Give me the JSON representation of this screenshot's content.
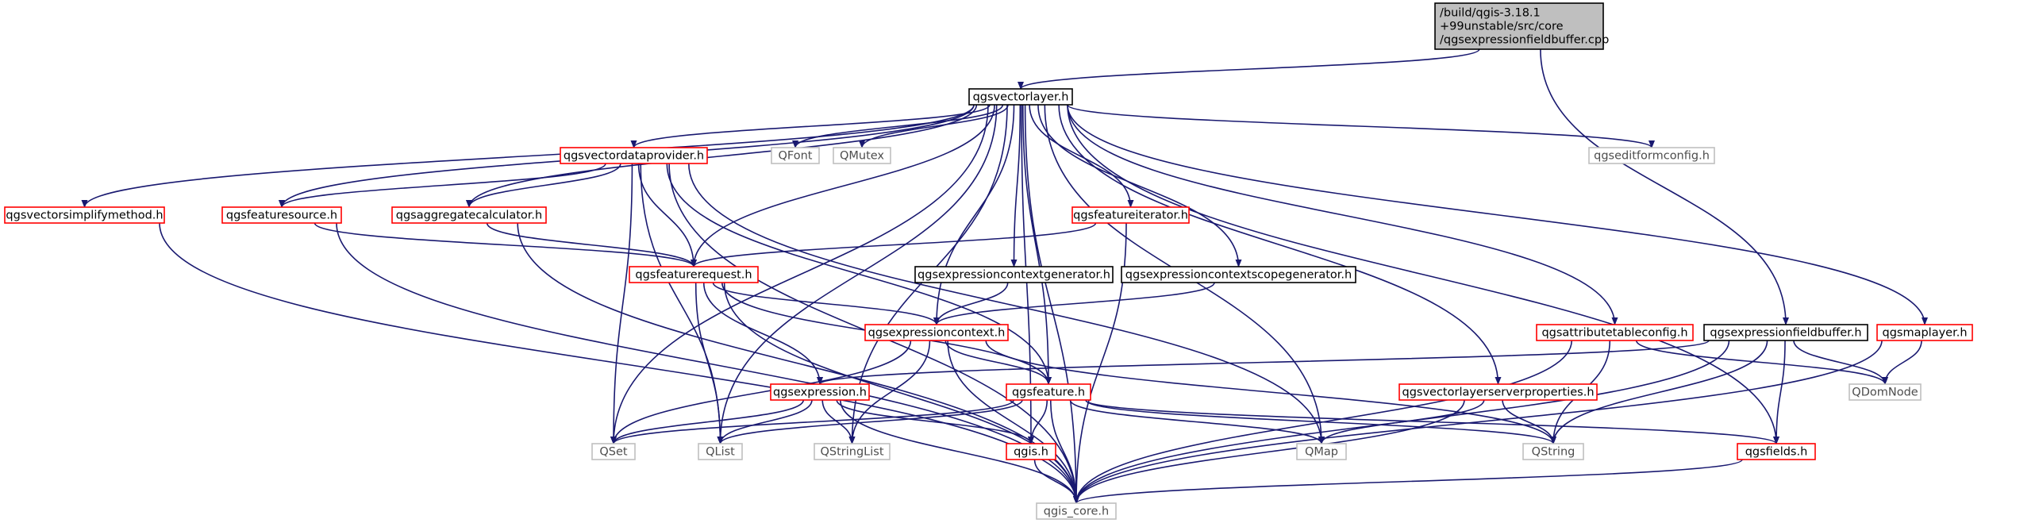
{
  "graph": {
    "colors": {
      "edge": "#191970",
      "root_fill": "#bfbfbf",
      "root_border": "#000000",
      "documented_border": "#ff0000",
      "plain_border": "#000000",
      "external_border": "#bfbfbf",
      "node_fill": "#ffffff"
    },
    "nodes": [
      {
        "id": "root",
        "label": [
          "/build/qgis-3.18.1",
          "+99unstable/src/core",
          "/qgsexpressionfieldbuffer.cpp"
        ],
        "style": "root"
      },
      {
        "id": "qgsvectorlayer",
        "label": [
          "qgsvectorlayer.h"
        ],
        "style": "plain"
      },
      {
        "id": "qgsvectordataprovider",
        "label": [
          "qgsvectordataprovider.h"
        ],
        "style": "red"
      },
      {
        "id": "qfont",
        "label": [
          "QFont"
        ],
        "style": "gray"
      },
      {
        "id": "qmutex",
        "label": [
          "QMutex"
        ],
        "style": "gray"
      },
      {
        "id": "qgseditformconfig",
        "label": [
          "qgseditformconfig.h"
        ],
        "style": "gray"
      },
      {
        "id": "qgsvectorsimplifymethod",
        "label": [
          "qgsvectorsimplifymethod.h"
        ],
        "style": "red"
      },
      {
        "id": "qgsfeaturesource",
        "label": [
          "qgsfeaturesource.h"
        ],
        "style": "red"
      },
      {
        "id": "qgsaggregatecalculator",
        "label": [
          "qgsaggregatecalculator.h"
        ],
        "style": "red"
      },
      {
        "id": "qgsfeatureiterator",
        "label": [
          "qgsfeatureiterator.h"
        ],
        "style": "red"
      },
      {
        "id": "qgsfeaturerequest",
        "label": [
          "qgsfeaturerequest.h"
        ],
        "style": "red"
      },
      {
        "id": "qgsexpressioncontextgenerator",
        "label": [
          "qgsexpressioncontextgenerator.h"
        ],
        "style": "plain"
      },
      {
        "id": "qgsexpressioncontextscopegenerator",
        "label": [
          "qgsexpressioncontextscopegenerator.h"
        ],
        "style": "plain"
      },
      {
        "id": "qgsexpressioncontext",
        "label": [
          "qgsexpressioncontext.h"
        ],
        "style": "red"
      },
      {
        "id": "qgsattributetableconfig",
        "label": [
          "qgsattributetableconfig.h"
        ],
        "style": "red"
      },
      {
        "id": "qgsexpressionfieldbuffer",
        "label": [
          "qgsexpressionfieldbuffer.h"
        ],
        "style": "plain"
      },
      {
        "id": "qgsmaplayer",
        "label": [
          "qgsmaplayer.h"
        ],
        "style": "red"
      },
      {
        "id": "qgsexpression",
        "label": [
          "qgsexpression.h"
        ],
        "style": "red"
      },
      {
        "id": "qgsfeature",
        "label": [
          "qgsfeature.h"
        ],
        "style": "red"
      },
      {
        "id": "qgsvectorlayerserverproperties",
        "label": [
          "qgsvectorlayerserverproperties.h"
        ],
        "style": "red"
      },
      {
        "id": "qdomnode",
        "label": [
          "QDomNode"
        ],
        "style": "gray"
      },
      {
        "id": "qset",
        "label": [
          "QSet"
        ],
        "style": "gray"
      },
      {
        "id": "qlist",
        "label": [
          "QList"
        ],
        "style": "gray"
      },
      {
        "id": "qstringlist",
        "label": [
          "QStringList"
        ],
        "style": "gray"
      },
      {
        "id": "qgis",
        "label": [
          "qgis.h"
        ],
        "style": "red"
      },
      {
        "id": "qmap",
        "label": [
          "QMap"
        ],
        "style": "gray"
      },
      {
        "id": "qstring",
        "label": [
          "QString"
        ],
        "style": "gray"
      },
      {
        "id": "qgsfields",
        "label": [
          "qgsfields.h"
        ],
        "style": "red"
      },
      {
        "id": "qgis_core",
        "label": [
          "qgis_core.h"
        ],
        "style": "gray"
      }
    ],
    "edges": [
      [
        "root",
        "qgsvectorlayer"
      ],
      [
        "root",
        "qgsexpressionfieldbuffer"
      ],
      [
        "qgsvectorlayer",
        "qgsvectordataprovider"
      ],
      [
        "qgsvectorlayer",
        "qfont"
      ],
      [
        "qgsvectorlayer",
        "qmutex"
      ],
      [
        "qgsvectorlayer",
        "qgseditformconfig"
      ],
      [
        "qgsvectorlayer",
        "qgsvectorsimplifymethod"
      ],
      [
        "qgsvectorlayer",
        "qgsfeaturesource"
      ],
      [
        "qgsvectorlayer",
        "qgsaggregatecalculator"
      ],
      [
        "qgsvectorlayer",
        "qgsfeatureiterator"
      ],
      [
        "qgsvectorlayer",
        "qgsfeaturerequest"
      ],
      [
        "qgsvectorlayer",
        "qgsexpressioncontextgenerator"
      ],
      [
        "qgsvectorlayer",
        "qgsexpressioncontextscopegenerator"
      ],
      [
        "qgsvectorlayer",
        "qgsexpressioncontext"
      ],
      [
        "qgsvectorlayer",
        "qgsattributetableconfig"
      ],
      [
        "qgsvectorlayer",
        "qgsmaplayer"
      ],
      [
        "qgsvectorlayer",
        "qgsvectorlayerserverproperties"
      ],
      [
        "qgsvectorlayer",
        "qgsfeature"
      ],
      [
        "qgsvectorlayer",
        "qset"
      ],
      [
        "qgsvectorlayer",
        "qlist"
      ],
      [
        "qgsvectorlayer",
        "qstringlist"
      ],
      [
        "qgsvectorlayer",
        "qmap"
      ],
      [
        "qgsvectorlayer",
        "qgis"
      ],
      [
        "qgsvectorlayer",
        "qgsfields"
      ],
      [
        "qgsvectorlayer",
        "qgis_core"
      ],
      [
        "qgsvectordataprovider",
        "qgsfeaturesource"
      ],
      [
        "qgsvectordataprovider",
        "qgsaggregatecalculator"
      ],
      [
        "qgsvectordataprovider",
        "qgsfeaturerequest"
      ],
      [
        "qgsvectordataprovider",
        "qgsfeature"
      ],
      [
        "qgsvectordataprovider",
        "qset"
      ],
      [
        "qgsvectordataprovider",
        "qlist"
      ],
      [
        "qgsvectordataprovider",
        "qmap"
      ],
      [
        "qgsvectordataprovider",
        "qgis_core"
      ],
      [
        "qgsvectorsimplifymethod",
        "qgis_core"
      ],
      [
        "qgsfeaturesource",
        "qgsfeaturerequest"
      ],
      [
        "qgsfeaturesource",
        "qgis_core"
      ],
      [
        "qgsaggregatecalculator",
        "qgsfeaturerequest"
      ],
      [
        "qgsaggregatecalculator",
        "qgis_core"
      ],
      [
        "qgsfeatureiterator",
        "qgsfeaturerequest"
      ],
      [
        "qgsfeatureiterator",
        "qgis_core"
      ],
      [
        "qgsfeaturerequest",
        "qgsexpressioncontext"
      ],
      [
        "qgsfeaturerequest",
        "qgsexpression"
      ],
      [
        "qgsfeaturerequest",
        "qgsfeature"
      ],
      [
        "qgsfeaturerequest",
        "qlist"
      ],
      [
        "qgsfeaturerequest",
        "qgis_core"
      ],
      [
        "qgsexpressioncontextgenerator",
        "qgsexpressioncontext"
      ],
      [
        "qgsexpressioncontextscopegenerator",
        "qgsexpressioncontext"
      ],
      [
        "qgsexpressioncontext",
        "qgsfeature"
      ],
      [
        "qgsexpressioncontext",
        "qset"
      ],
      [
        "qgsexpressioncontext",
        "qstringlist"
      ],
      [
        "qgsexpressioncontext",
        "qstring"
      ],
      [
        "qgsexpressioncontext",
        "qgis_core"
      ],
      [
        "qgsexpression",
        "qset"
      ],
      [
        "qgsexpression",
        "qlist"
      ],
      [
        "qgsexpression",
        "qstringlist"
      ],
      [
        "qgsexpression",
        "qgis"
      ],
      [
        "qgsexpression",
        "qgis_core"
      ],
      [
        "qgsfeature",
        "qset"
      ],
      [
        "qgsfeature",
        "qlist"
      ],
      [
        "qgsfeature",
        "qmap"
      ],
      [
        "qgsfeature",
        "qstring"
      ],
      [
        "qgsfeature",
        "qgis"
      ],
      [
        "qgsfeature",
        "qgsfields"
      ],
      [
        "qgsfeature",
        "qgis_core"
      ],
      [
        "qgsattributetableconfig",
        "qstring"
      ],
      [
        "qgsattributetableconfig",
        "qdomnode"
      ],
      [
        "qgsattributetableconfig",
        "qgis_core"
      ],
      [
        "qgsexpressionfieldbuffer",
        "qgsexpression"
      ],
      [
        "qgsexpressionfieldbuffer",
        "qdomnode"
      ],
      [
        "qgsexpressionfieldbuffer",
        "qstring"
      ],
      [
        "qgsexpressionfieldbuffer",
        "qgsfields"
      ],
      [
        "qgsexpressionfieldbuffer",
        "qgis_core"
      ],
      [
        "qgsmaplayer",
        "qdomnode"
      ],
      [
        "qgsmaplayer",
        "qgis_core"
      ],
      [
        "qgsvectorlayerserverproperties",
        "qmap"
      ],
      [
        "qgsvectorlayerserverproperties",
        "qstring"
      ],
      [
        "qgsvectorlayerserverproperties",
        "qgis_core"
      ],
      [
        "qgis",
        "qgis_core"
      ],
      [
        "qgsfields",
        "qgis_core"
      ]
    ]
  }
}
